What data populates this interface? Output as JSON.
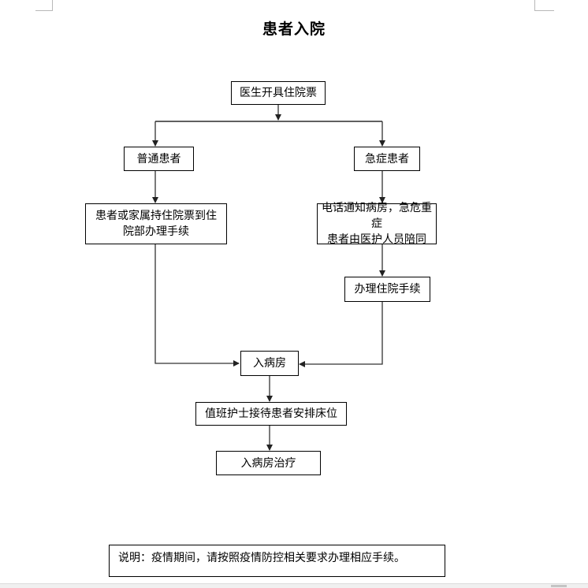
{
  "title": "患者入院",
  "flowchart": {
    "nodes": {
      "doctor_ticket": "医生开具住院票",
      "normal_patient": "普通患者",
      "emergency_patient": "急症患者",
      "normal_procedure_line1": "患者或家属持住院票到住",
      "normal_procedure_line2": "院部办理手续",
      "emergency_notify_line1": "电话通知病房，急危重症",
      "emergency_notify_line2": "患者由医护人员陪同",
      "emergency_procedure": "办理住院手续",
      "enter_ward": "入病房",
      "nurse_arrange": "值班护士接待患者安排床位",
      "ward_treatment": "入病房治疗"
    },
    "edges": [
      {
        "from": "医生开具住院票",
        "to": "普通患者"
      },
      {
        "from": "医生开具住院票",
        "to": "急症患者"
      },
      {
        "from": "普通患者",
        "to": "患者或家属持住院票到住院部办理手续"
      },
      {
        "from": "急症患者",
        "to": "电话通知病房，急危重症患者由医护人员陪同"
      },
      {
        "from": "电话通知病房，急危重症患者由医护人员陪同",
        "to": "办理住院手续"
      },
      {
        "from": "患者或家属持住院票到住院部办理手续",
        "to": "入病房"
      },
      {
        "from": "办理住院手续",
        "to": "入病房"
      },
      {
        "from": "入病房",
        "to": "值班护士接待患者安排床位"
      },
      {
        "from": "值班护士接待患者安排床位",
        "to": "入病房治疗"
      }
    ]
  },
  "note": "说明：疫情期间，请按照疫情防控相关要求办理相应手续。",
  "colors": {
    "line": "#000000",
    "connector": "#444444",
    "background": "#ffffff"
  }
}
